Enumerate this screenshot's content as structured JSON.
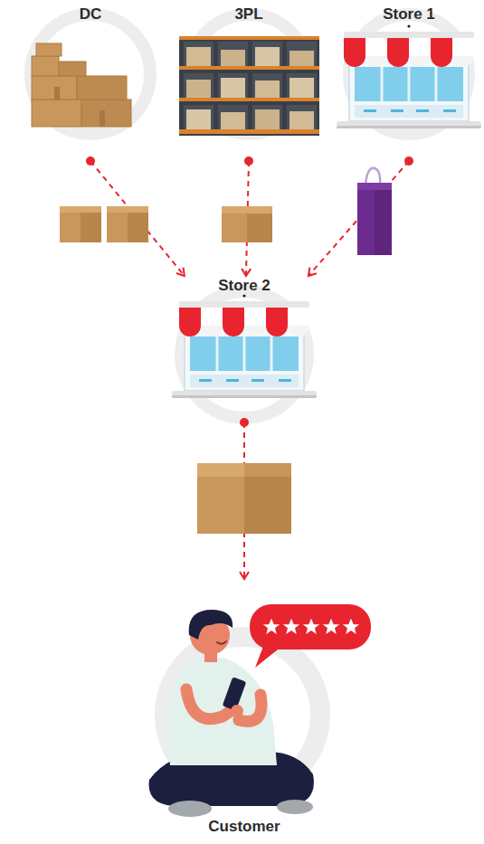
{
  "diagram": {
    "nodes": [
      {
        "text": [
          "DC"
        ]
      },
      {
        "text": [
          "3PL"
        ]
      },
      {
        "text": [
          "Store 1"
        ]
      },
      {
        "text": [
          "Store 2"
        ]
      },
      {
        "text": [
          "Customer"
        ]
      }
    ],
    "edges": [
      {
        "from": 0,
        "to": 3,
        "arrow": "to"
      },
      {
        "from": 1,
        "to": 3,
        "arrow": "to"
      },
      {
        "from": 2,
        "to": 3,
        "arrow": "to"
      },
      {
        "from": 3,
        "to": 4,
        "arrow": "to"
      }
    ]
  }
}
